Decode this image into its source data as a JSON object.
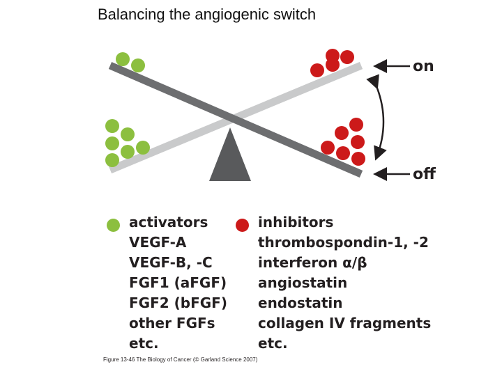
{
  "slide": {
    "title": "Balancing the angiogenic switch"
  },
  "diagram": {
    "state_on_label": "on",
    "state_off_label": "off",
    "colors": {
      "activator": "#8cbf3f",
      "inhibitor": "#cc1a1a",
      "beam_dark": "#6d6e70",
      "beam_light": "#c9cacb",
      "fulcrum": "#595a5c"
    }
  },
  "legend": {
    "activators": {
      "heading": "activators",
      "items": [
        "VEGF-A",
        "VEGF-B, -C",
        "FGF1 (aFGF)",
        "FGF2 (bFGF)",
        "other FGFs",
        "etc."
      ]
    },
    "inhibitors": {
      "heading": "inhibitors",
      "items": [
        "thrombospondin-1, -2",
        "interferon α/β",
        "angiostatin",
        "endostatin",
        "collagen IV fragments",
        "etc."
      ]
    }
  },
  "caption": "Figure 13-46 The Biology of Cancer (© Garland Science 2007)"
}
